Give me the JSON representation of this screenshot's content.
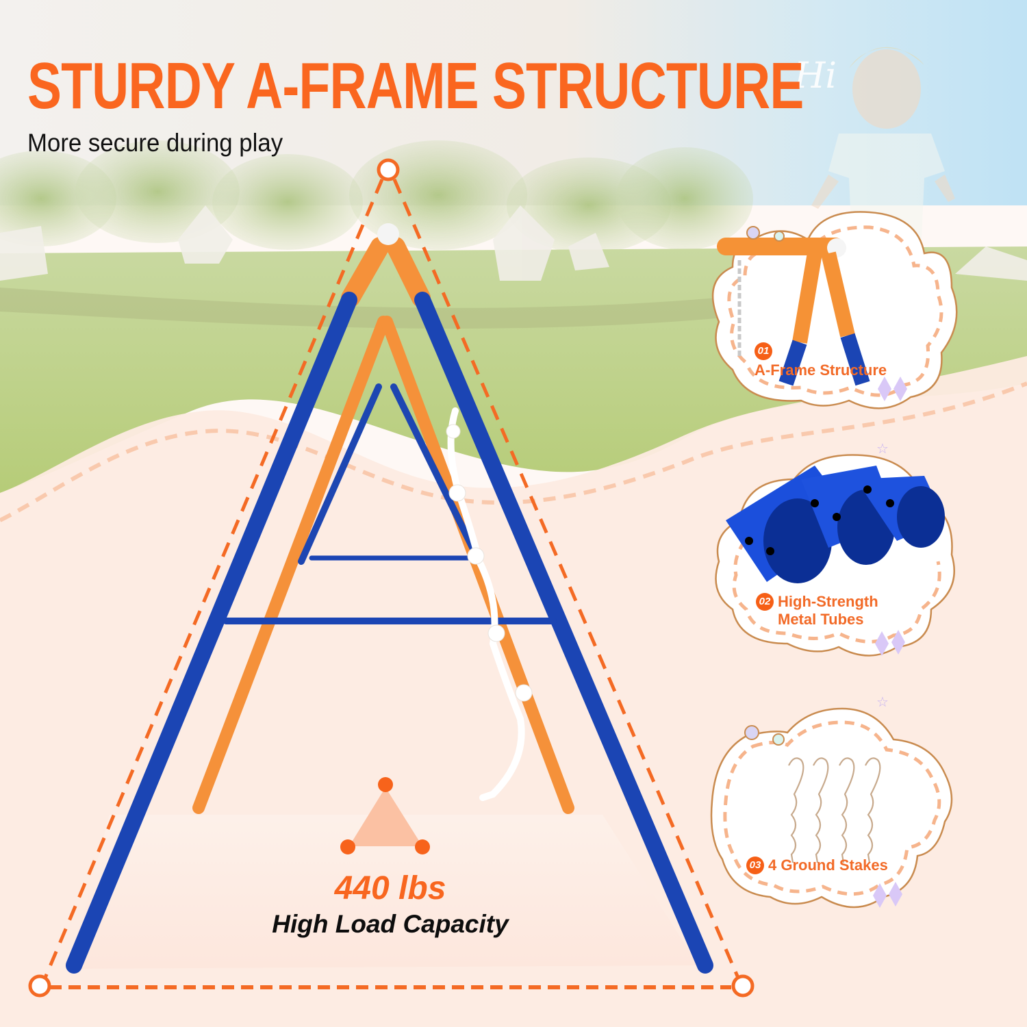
{
  "header": {
    "title": "STURDY A-FRAME STRUCTURE",
    "subtitle": "More secure during play"
  },
  "hero": {
    "sky_text": "Hi",
    "capacity_value": "440 lbs",
    "capacity_label": "High Load Capacity"
  },
  "features": [
    {
      "number": "01",
      "label": "A-Frame Structure"
    },
    {
      "number": "02",
      "label_line1": "High-Strength",
      "label_line2": "Metal Tubes"
    },
    {
      "number": "03",
      "label": "4 Ground Stakes"
    }
  ],
  "colors": {
    "accent_orange": "#fa661f",
    "frame_blue": "#1b45b4",
    "frame_orange": "#f59236",
    "background": "#fef8f5",
    "sky_blue": "#bfe3f5",
    "grass_green": "#b6cf7e"
  }
}
